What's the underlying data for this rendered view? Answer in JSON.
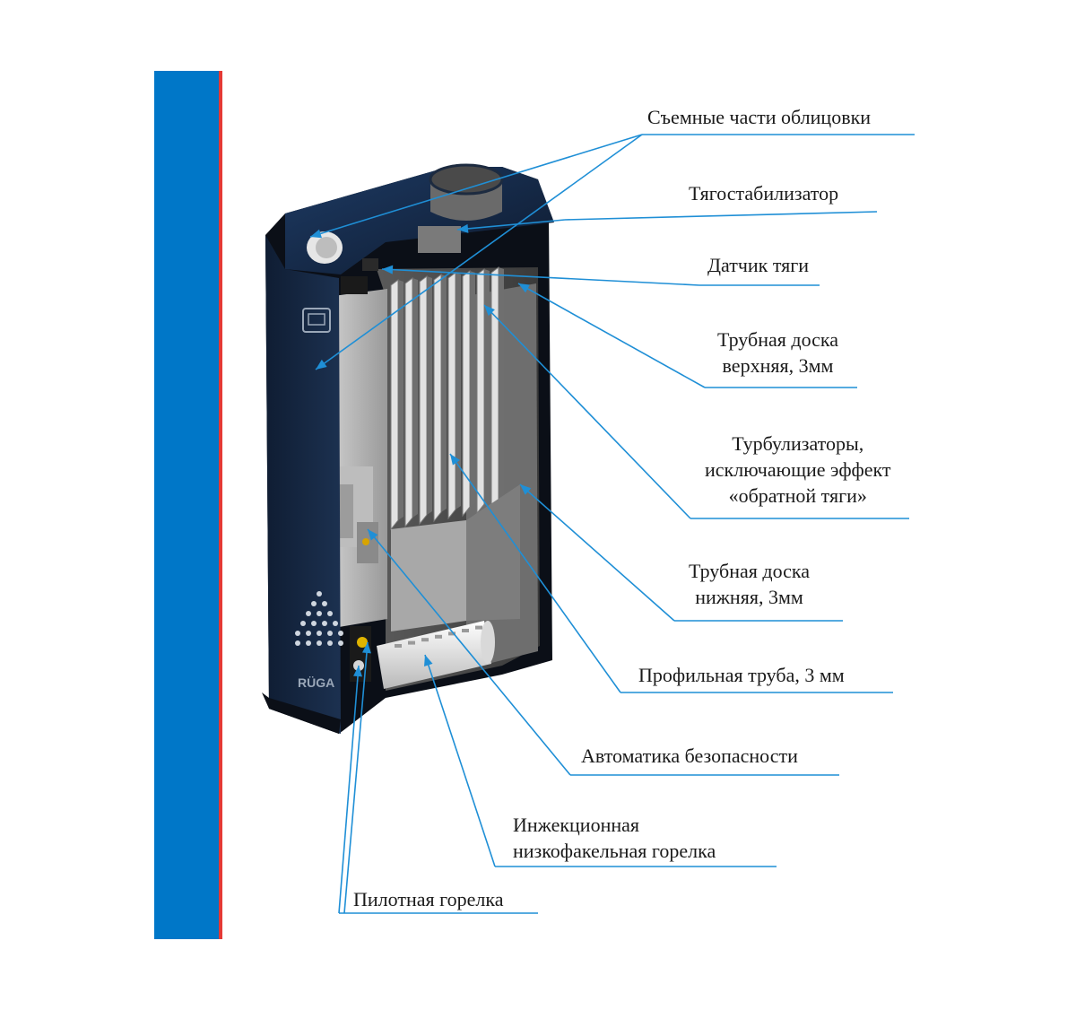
{
  "colors": {
    "side_bar": "#0077c8",
    "side_bar_edge": "#e53935",
    "leader_line": "#1f8fd6",
    "casing": "#15243d",
    "casing_dark": "#0b0f17"
  },
  "brand": "RÜGA",
  "callouts": {
    "cladding": [
      "Съемные части облицовки"
    ],
    "stabilizer": [
      "Тягостабилизатор"
    ],
    "draft_sensor": [
      "Датчик тяги"
    ],
    "upper_plate": [
      "Трубная доска",
      "верхняя, 3мм"
    ],
    "turbulizers": [
      "Турбулизаторы,",
      "исключающие эффект",
      "«обратной тяги»"
    ],
    "lower_plate": [
      "Трубная доска",
      "нижняя, 3мм"
    ],
    "profile_pipe": [
      "Профильная труба, 3 мм"
    ],
    "safety": [
      "Автоматика безопасности"
    ],
    "burner": [
      "Инжекционная",
      "низкофакельная горелка"
    ],
    "pilot": [
      "Пилотная горелка"
    ]
  }
}
